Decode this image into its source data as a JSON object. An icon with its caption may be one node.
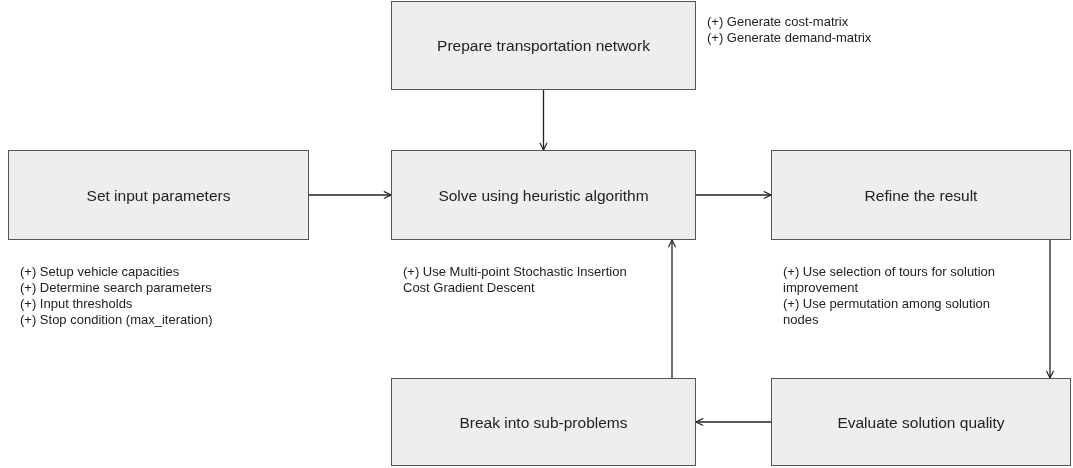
{
  "diagram": {
    "nodes": [
      {
        "text": [
          "Prepare transportation network"
        ],
        "beside": [
          "(+) Generate cost-matrix",
          "(+) Generate demand-matrix"
        ]
      },
      {
        "text": [
          "Set input parameters"
        ],
        "beside": [
          "(+) Setup vehicle capacities",
          "(+) Determine search parameters",
          "(+) Input thresholds",
          "(+) Stop condition (max_iteration)"
        ]
      },
      {
        "text": [
          "Solve using heuristic algorithm"
        ],
        "beside": [
          "(+) Use Multi-point Stochastic Insertion Cost Gradient Descent"
        ]
      },
      {
        "text": [
          "Refine the result"
        ],
        "beside": [
          "(+) Use selection of tours for solution improvement",
          "(+) Use permutation among solution nodes"
        ]
      },
      {
        "text": [
          "Break into sub-problems"
        ]
      },
      {
        "text": [
          "Evaluate solution quality"
        ]
      }
    ],
    "edges": [
      {
        "from": 0,
        "to": 2,
        "arrow": "to"
      },
      {
        "from": 1,
        "to": 2,
        "arrow": "to"
      },
      {
        "from": 2,
        "to": 3,
        "arrow": "to"
      },
      {
        "from": 3,
        "to": 5,
        "arrow": "to"
      },
      {
        "from": 5,
        "to": 4,
        "arrow": "to"
      },
      {
        "from": 4,
        "to": 2,
        "arrow": "to"
      }
    ]
  }
}
